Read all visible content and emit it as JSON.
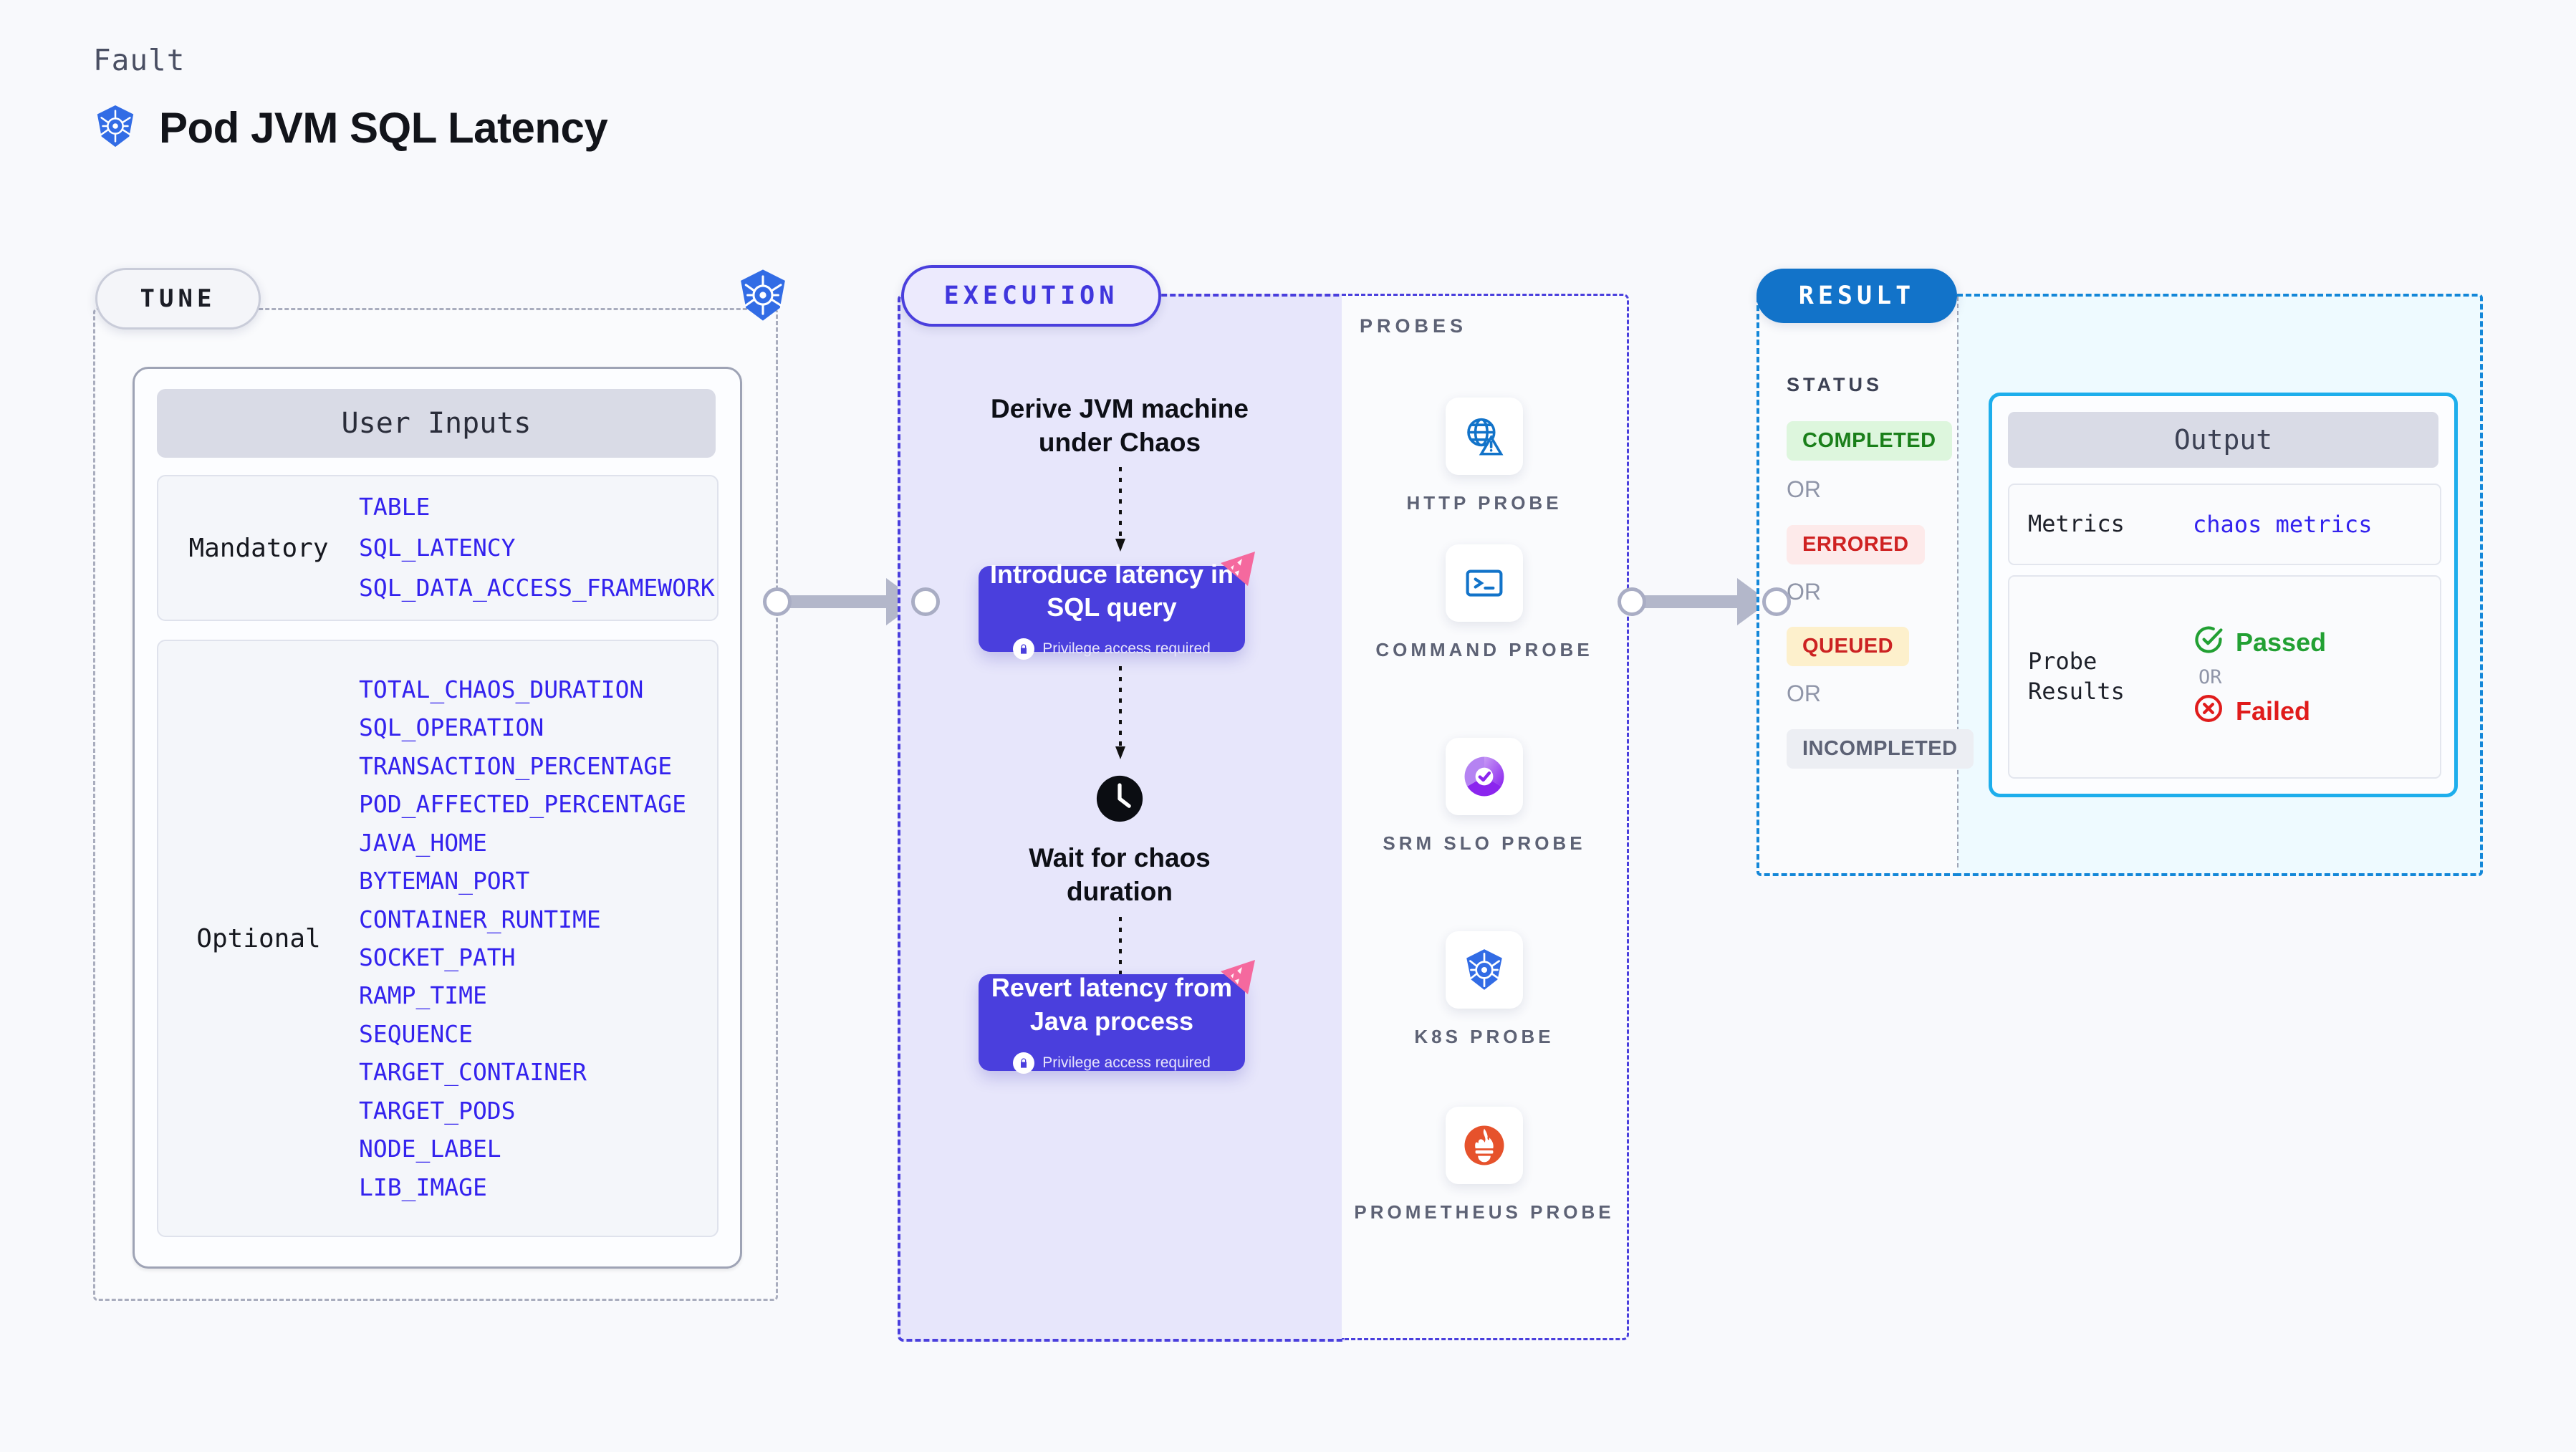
{
  "header": {
    "fault_label": "Fault",
    "title": "Pod JVM SQL Latency",
    "icon": "kubernetes-icon"
  },
  "tune": {
    "pill_label": "TUNE",
    "corner_icon": "kubernetes-icon",
    "panel_title": "User Inputs",
    "groups": [
      {
        "label": "Mandatory",
        "params": [
          "TABLE",
          "SQL_LATENCY",
          "SQL_DATA_ACCESS_FRAMEWORK"
        ]
      },
      {
        "label": "Optional",
        "params": [
          "TOTAL_CHAOS_DURATION",
          "SQL_OPERATION",
          "TRANSACTION_PERCENTAGE",
          "POD_AFFECTED_PERCENTAGE",
          "JAVA_HOME",
          "BYTEMAN_PORT",
          "CONTAINER_RUNTIME",
          "SOCKET_PATH",
          "RAMP_TIME",
          "SEQUENCE",
          "TARGET_CONTAINER",
          "TARGET_PODS",
          "NODE_LABEL",
          "LIB_IMAGE"
        ]
      }
    ]
  },
  "execution": {
    "pill_label": "EXECUTION",
    "step1_text": "Derive JVM machine\nunder Chaos",
    "card1": {
      "title": "Introduce latency in\nSQL query",
      "privilege": "Privilege access required",
      "badge": "litmus-badge-icon",
      "lock": "lock-icon"
    },
    "wait_text": "Wait for chaos\nduration",
    "wait_icon": "clock-icon",
    "card2": {
      "title": "Revert latency from\nJava process",
      "privilege": "Privilege access required",
      "badge": "litmus-badge-icon",
      "lock": "lock-icon"
    }
  },
  "probes": {
    "section_label": "PROBES",
    "items": [
      {
        "label": "HTTP PROBE",
        "icon": "globe-warning-icon"
      },
      {
        "label": "COMMAND PROBE",
        "icon": "terminal-icon"
      },
      {
        "label": "SRM SLO PROBE",
        "icon": "slo-donut-icon"
      },
      {
        "label": "K8S PROBE",
        "icon": "kubernetes-icon"
      },
      {
        "label": "PROMETHEUS PROBE",
        "icon": "prometheus-icon"
      }
    ]
  },
  "result": {
    "pill_label": "RESULT",
    "status_label": "STATUS",
    "or_label": "OR",
    "statuses": [
      {
        "label": "COMPLETED",
        "bg": "#ddf6dd",
        "fg": "#1a7f1a"
      },
      {
        "label": "ERRORED",
        "bg": "#fdeaea",
        "fg": "#cf2222"
      },
      {
        "label": "QUEUED",
        "bg": "#fdf0cc",
        "fg": "#cc2222"
      },
      {
        "label": "INCOMPLETED",
        "bg": "#eceef3",
        "fg": "#5d6275"
      }
    ],
    "output": {
      "title": "Output",
      "metrics_key": "Metrics",
      "metrics_value": "chaos metrics",
      "probe_key": "Probe\nResults",
      "passed_label": "Passed",
      "failed_label": "Failed",
      "or_label": "OR",
      "passed_icon": "check-circle-icon",
      "failed_icon": "x-circle-icon"
    }
  },
  "colors": {
    "accent_purple": "#4a3fdd",
    "accent_blue": "#1273c9",
    "accent_cyan": "#1eaeec",
    "param_blue": "#3322ee",
    "litmus_pink": "#f5699e",
    "k8s_blue": "#326ce5",
    "prometheus_orange": "#e6522c",
    "background": "#f8f9fc"
  }
}
